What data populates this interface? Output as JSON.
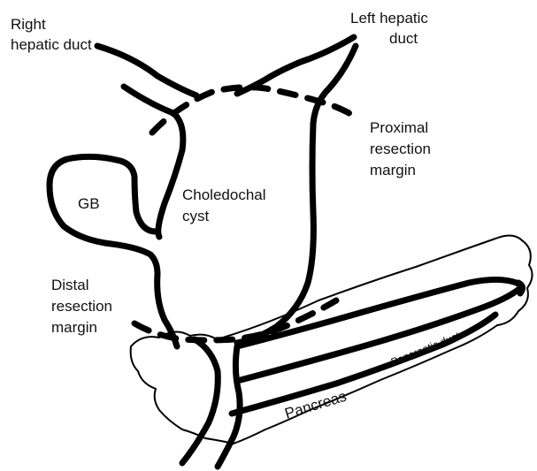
{
  "labels": {
    "right_hepatic_duct": [
      "Right",
      "hepatic duct"
    ],
    "left_hepatic_duct": [
      "Left hepatic",
      "duct"
    ],
    "proximal_margin": [
      "Proximal",
      "resection",
      "margin"
    ],
    "gb": "GB",
    "cyst": [
      "Choledochal",
      "cyst"
    ],
    "distal_margin": [
      "Distal",
      "resection",
      "margin"
    ],
    "pancreas": "Pancreas",
    "pancreatic_duct": "Pancreatic duct"
  },
  "colors": {
    "ink": "#000000",
    "background": "#ffffff"
  }
}
